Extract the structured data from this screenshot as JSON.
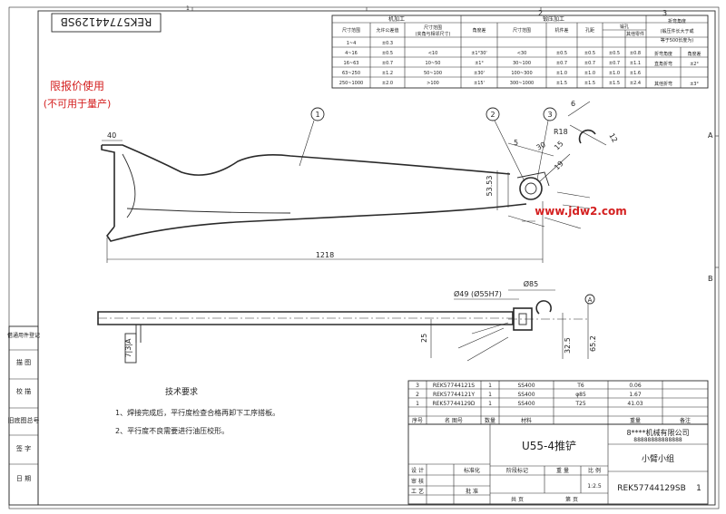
{
  "drawing_no_rotated": "REK57744129SB",
  "zone_numbers": {
    "col1": "1",
    "col2": "2",
    "col3": "3"
  },
  "zone_letters": {
    "a": "A",
    "b": "B"
  },
  "stamp": {
    "line1": "限报价使用",
    "line2": "(不可用于量产)"
  },
  "tolerance_table": {
    "machining_header": "机加工",
    "forging_header": "锻压加工",
    "columns": [
      "尺寸范围",
      "允许公差值",
      "尺寸范围",
      "角度差",
      "尺寸范围",
      "机件差",
      "孔距",
      "锻孔",
      "折弯角度"
    ],
    "col_sub_labels": {
      "bend_note_a": "(锻压件长大于或",
      "bend_note_b": "等于500长度为)",
      "bend_sub": "其他零件",
      "bend_sub2": "折弯件"
    },
    "paren_note": "(夹角与相邻尺寸)",
    "rows": [
      [
        "1~4",
        "±0.3",
        "",
        "",
        "",
        "",
        "",
        "",
        ""
      ],
      [
        "4~16",
        "±0.5",
        "<10",
        "±1°30'",
        "<30",
        "±0.5",
        "±0.5",
        "±0.5",
        "±0.8"
      ],
      [
        "16~63",
        "±0.7",
        "10~50",
        "±1°",
        "30~100",
        "±0.7",
        "±0.7",
        "±0.7",
        "±1.1"
      ],
      [
        "63~250",
        "±1.2",
        "50~100",
        "±30'",
        "100~300",
        "±1.0",
        "±1.0",
        "±1.0",
        "±1.6"
      ],
      [
        "250~1000",
        "±2.0",
        ">100",
        "±15'",
        "300~1000",
        "±1.5",
        "±1.5",
        "±1.5",
        "±2.4"
      ]
    ],
    "angle_notes": [
      {
        "label": "折弯角度",
        "value": "角度差"
      },
      {
        "label": "直角折弯",
        "value": "±2°"
      },
      {
        "label": "其他折弯",
        "value": "±3°"
      }
    ]
  },
  "balloons": [
    "1",
    "2",
    "3"
  ],
  "dimensions": {
    "d40": "40",
    "d1218": "1218",
    "d53_53": "53.53",
    "d5": "5",
    "d30": "30",
    "r18": "R18",
    "d6": "6",
    "d12": "12",
    "d15": "15",
    "d19": "19",
    "d25": "25",
    "d32_5": "32.5",
    "d65_2": "65.2",
    "phi85": "Ø85",
    "phi49": "Ø49 (Ø55H7)",
    "section_mark": "A",
    "view_label": "7|3|A"
  },
  "watermark": "www.jdw2.com",
  "notes": {
    "title": "技术要求",
    "items": [
      "1、焊接完成后，平行度检查合格再卸下工序搭板。",
      "2、平行度不良需要进行油压校形。"
    ]
  },
  "left_strip": [
    "借通用件登记",
    "描 图",
    "校 描",
    "旧底图总号",
    "签 字",
    "日 期"
  ],
  "bom": {
    "headers": [
      "序号",
      "名 图号",
      "数量",
      "材料",
      "",
      "重量",
      "备注"
    ],
    "rows": [
      [
        "3",
        "REK57744121S",
        "1",
        "SS400",
        "T6",
        "0.06",
        ""
      ],
      [
        "2",
        "REK57744121Y",
        "1",
        "SS400",
        "φ85",
        "1.67",
        ""
      ],
      [
        "1",
        "REK57744129D",
        "1",
        "SS400",
        "T25",
        "41.03",
        ""
      ]
    ]
  },
  "title_block": {
    "part_name": "U55-4推铲",
    "company": "8****机械有限公司",
    "company_mask": "88888888888888",
    "assembly": "小臂小组",
    "drawing_no": "REK57744129SB",
    "sheet_mark": "1",
    "scale": "1:2.5",
    "stage_label": "阶段标记",
    "weight_label": "重 量",
    "scale_label": "比 例",
    "sheet_total": "共 页",
    "sheet_num": "第 页",
    "rows_left": [
      "设 计",
      "审 核",
      "工 艺"
    ],
    "rows_left2": [
      "标准化",
      "批 准"
    ]
  }
}
